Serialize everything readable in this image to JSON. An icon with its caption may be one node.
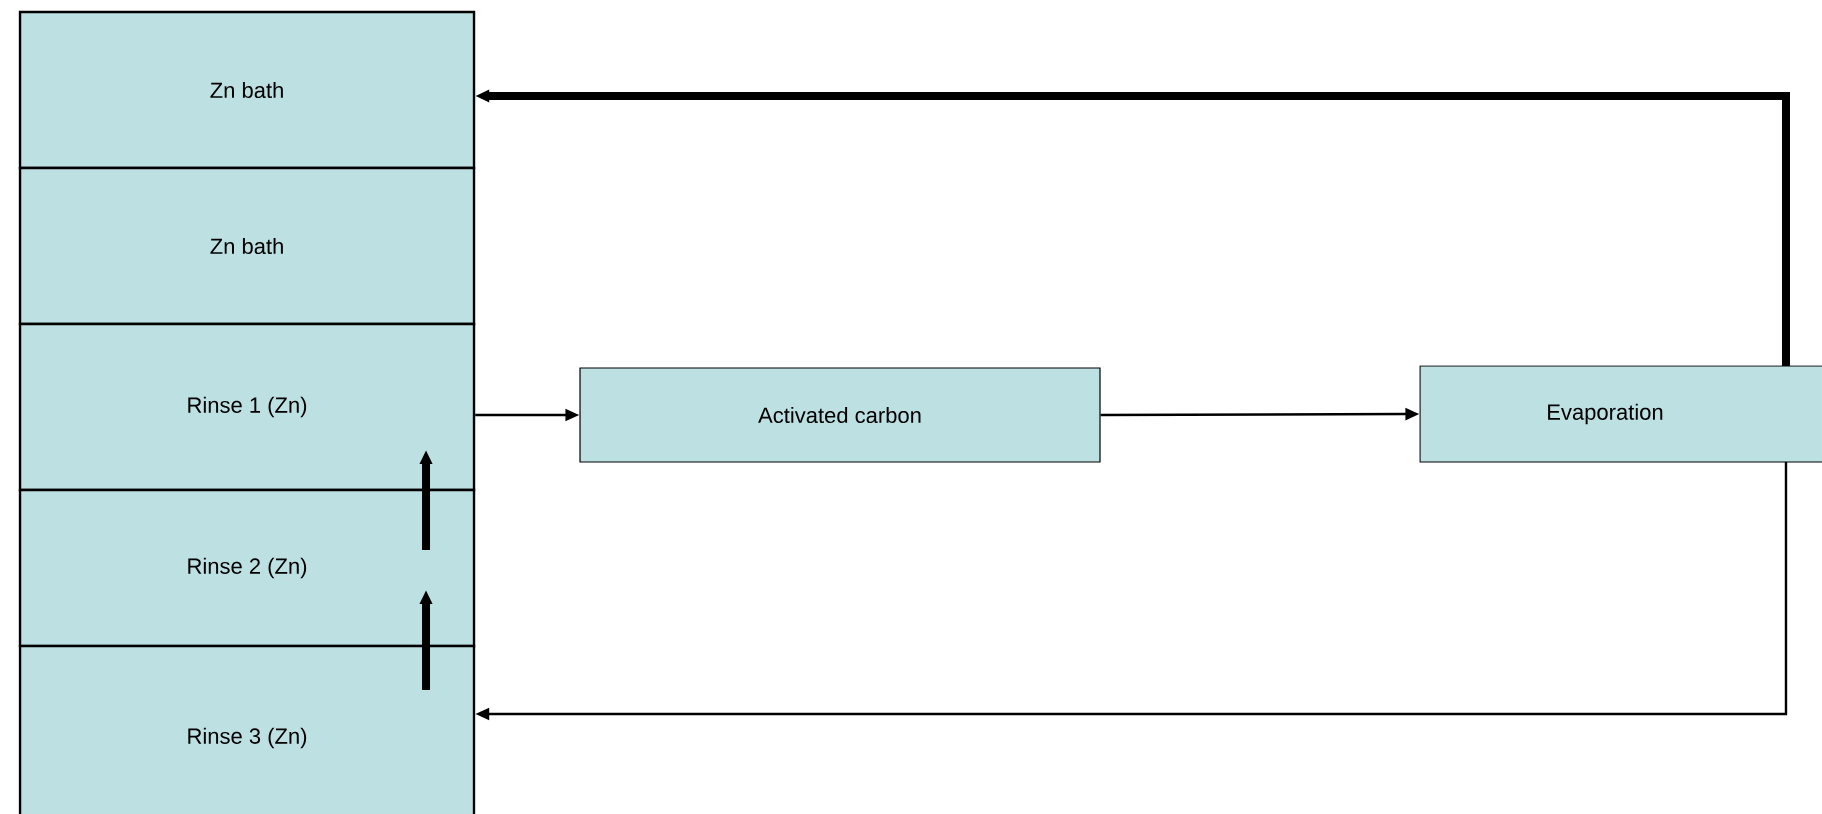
{
  "diagram": {
    "nodes": [
      {
        "text": [
          "Zn bath"
        ]
      },
      {
        "text": [
          "Zn bath"
        ]
      },
      {
        "text": [
          "Rinse 1 (Zn)"
        ]
      },
      {
        "text": [
          "Rinse 2 (Zn)"
        ]
      },
      {
        "text": [
          "Rinse 3 (Zn)"
        ]
      },
      {
        "text": [
          "Activated carbon"
        ]
      },
      {
        "text": [
          "Evaporation"
        ]
      }
    ],
    "edges": [
      {
        "from": 2,
        "to": 5,
        "arrow": "to"
      },
      {
        "from": 5,
        "to": 6,
        "arrow": "to"
      },
      {
        "from": 6,
        "to": 0,
        "arrow": "to",
        "style": "thick"
      },
      {
        "from": 6,
        "to": 4,
        "arrow": "to"
      },
      {
        "from": 3,
        "to": 2,
        "arrow": "to",
        "style": "thick"
      },
      {
        "from": 4,
        "to": 3,
        "arrow": "to",
        "style": "thick"
      }
    ]
  }
}
